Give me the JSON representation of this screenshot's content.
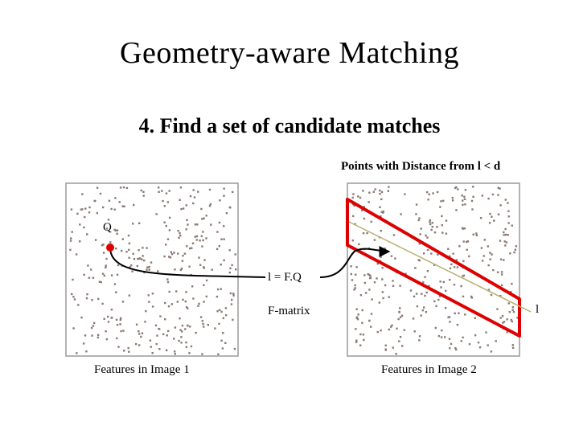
{
  "title": "Geometry-aware Matching",
  "subtitle": "4. Find a set of candidate matches",
  "labels": {
    "points_distance": "Points with Distance from l < d",
    "q": "Q",
    "equation": "l = F.Q",
    "fmatrix": "F-matrix",
    "line": "l"
  },
  "captions": {
    "image1": "Features in Image 1",
    "image2": "Features in Image 2"
  },
  "colors": {
    "dots": "#8a7a72",
    "region": "#dd0000",
    "epipolar_line": "#b8b070",
    "query_point": "#dd0000"
  }
}
